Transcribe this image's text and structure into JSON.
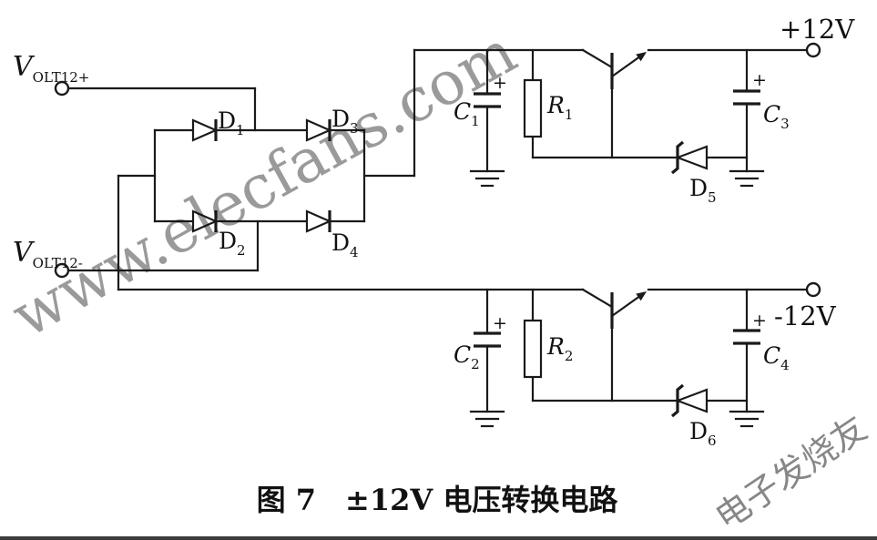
{
  "caption": "图 7　±12V 电压转换电路",
  "watermarks": {
    "site": "www.elecfans.com",
    "brand": "电子发烧友"
  },
  "terminals": {
    "vin_pos": {
      "sym": "V",
      "sub": "OLT12+"
    },
    "vin_neg": {
      "sym": "V",
      "sub": "OLT12-"
    },
    "vout_pos": "+12V",
    "vout_neg": "-12V"
  },
  "components": {
    "d1": {
      "sym": "D",
      "sub": "1"
    },
    "d2": {
      "sym": "D",
      "sub": "2"
    },
    "d3": {
      "sym": "D",
      "sub": "3"
    },
    "d4": {
      "sym": "D",
      "sub": "4"
    },
    "d5": {
      "sym": "D",
      "sub": "5"
    },
    "d6": {
      "sym": "D",
      "sub": "6"
    },
    "c1": {
      "sym": "C",
      "sub": "1"
    },
    "c2": {
      "sym": "C",
      "sub": "2"
    },
    "c3": {
      "sym": "C",
      "sub": "3"
    },
    "c4": {
      "sym": "C",
      "sub": "4"
    },
    "r1": {
      "sym": "R",
      "sub": "1"
    },
    "r2": {
      "sym": "R",
      "sub": "2"
    }
  },
  "marks": {
    "cap_plus": "+"
  },
  "colors": {
    "wire": "#1a1a1a",
    "watermark": "#8a8a8a"
  }
}
